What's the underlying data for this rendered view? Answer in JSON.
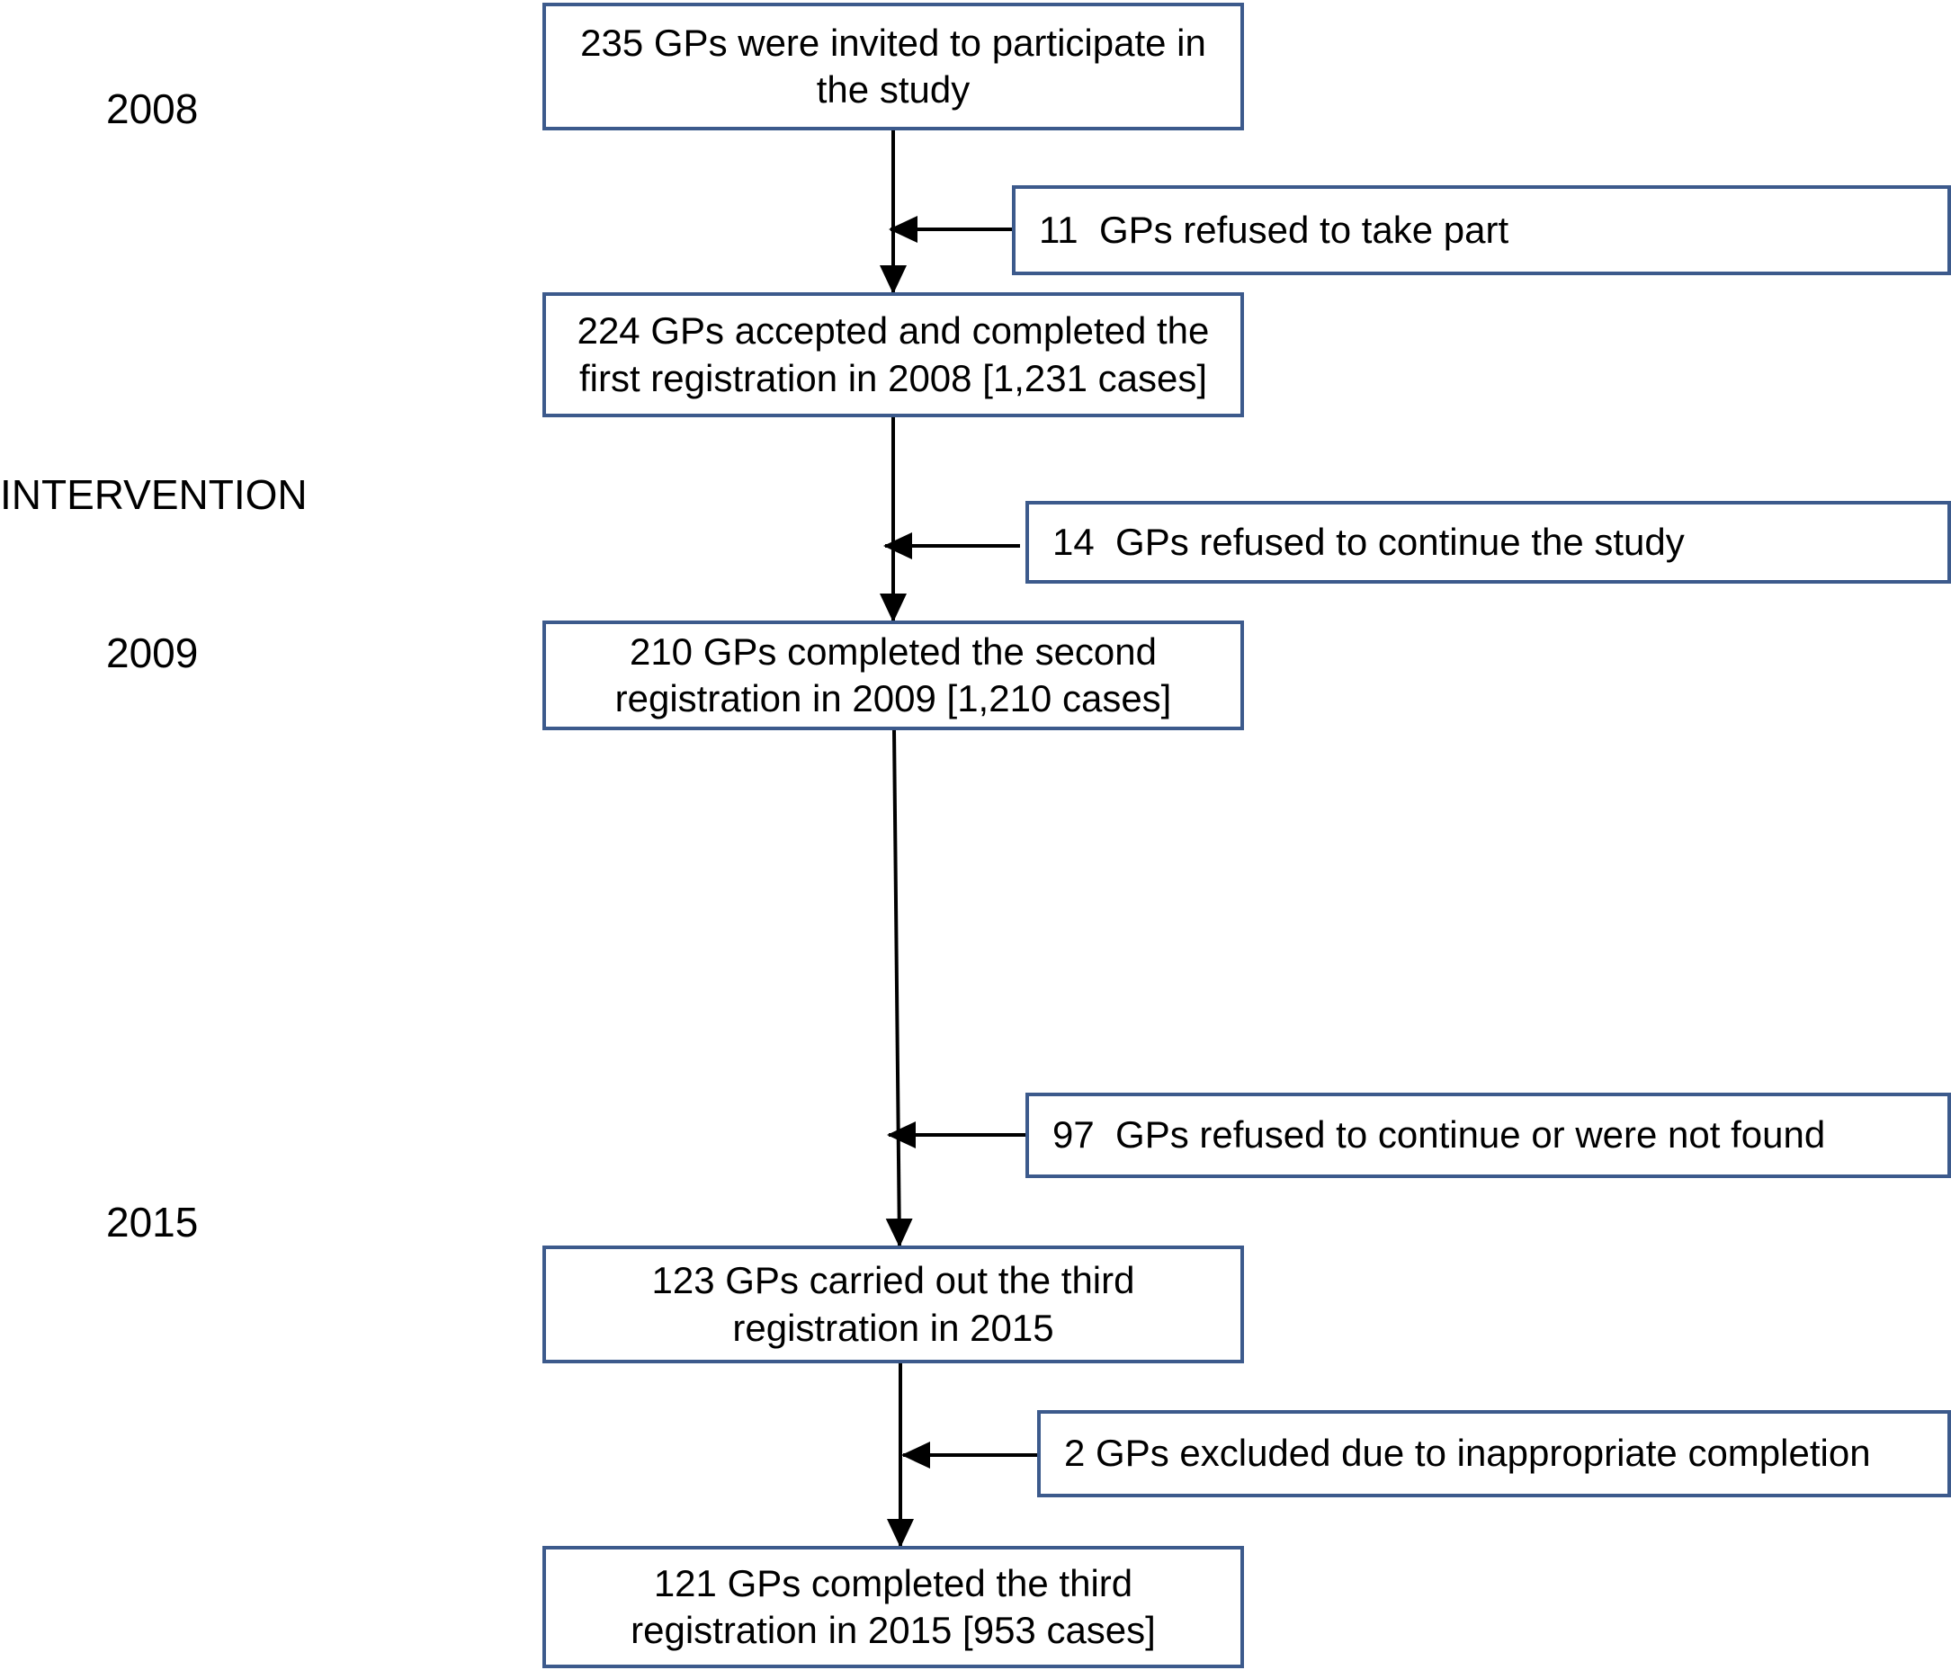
{
  "phases": {
    "y2008": "2008",
    "intervention": "INTERVENTION",
    "y2009": "2009",
    "y2015": "2015"
  },
  "boxes": {
    "invited": "235 GPs were invited to participate in\nthe study",
    "accepted": "224 GPs accepted and completed the\nfirst registration in 2008 [1,231 cases]",
    "second": "210  GPs completed the second\nregistration in 2009 [1,210 cases]",
    "third_carried": "123  GPs carried out the third\nregistration in 2015",
    "third_completed": "121  GPs completed the third\nregistration in 2015 [953 cases]"
  },
  "exclusions": {
    "refused_take_part": "11  GPs refused to take part",
    "refused_continue_study": "14  GPs refused to continue the study",
    "refused_or_not_found": "97  GPs refused to continue or were not found",
    "excluded_inappropriate": "2 GPs excluded due to inappropriate completion"
  },
  "colors": {
    "box_border": "#3c5a8c",
    "arrow": "#000000"
  }
}
